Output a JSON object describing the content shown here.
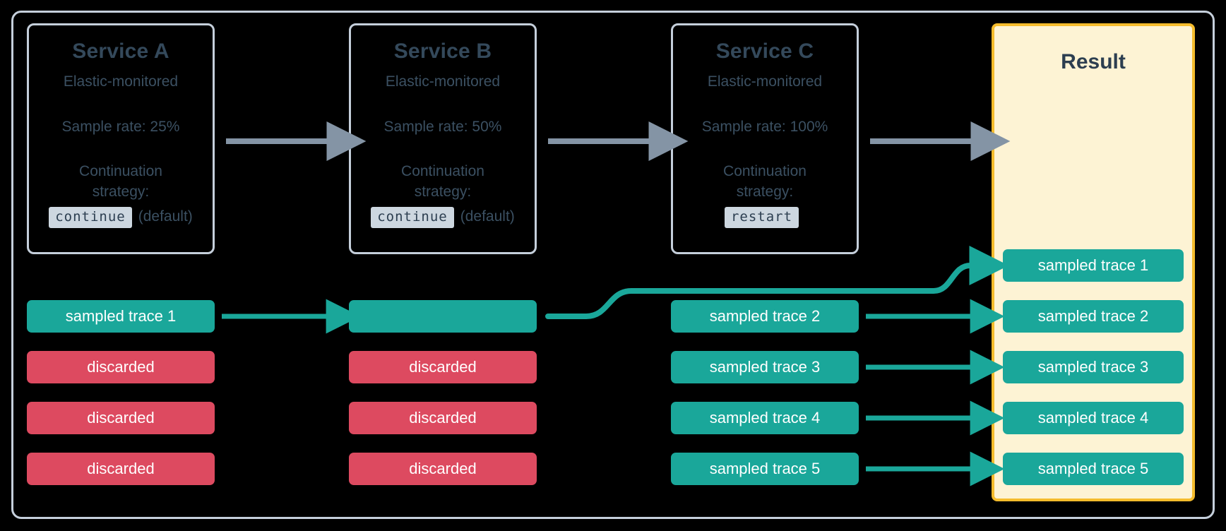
{
  "diagram": {
    "title": "Distributed tracing sampling flow",
    "colors": {
      "background": "#000000",
      "frame_border": "#c5cfdb",
      "service_border": "#c5cfdb",
      "service_text": "#3b5062",
      "service_title": "#34495b",
      "code_chip_bg": "#cdd7e0",
      "code_chip_text": "#2c3e50",
      "result_border": "#f5bc2c",
      "result_fill": "#fdf3d4",
      "sampled": "#1aa79a",
      "discarded": "#dd4a60",
      "grey_arrow": "#8494a5"
    }
  },
  "services": [
    {
      "id": "service-a",
      "title": "Service A",
      "subtitle": "Elastic-monitored",
      "sample_rate": "Sample rate: 25%",
      "strategy_label_line1": "Continuation",
      "strategy_label_line2": "strategy:",
      "strategy_value": "continue",
      "strategy_note": "(default)"
    },
    {
      "id": "service-b",
      "title": "Service B",
      "subtitle": "Elastic-monitored",
      "sample_rate": "Sample rate: 50%",
      "strategy_label_line1": "Continuation",
      "strategy_label_line2": "strategy:",
      "strategy_value": "continue",
      "strategy_note": "(default)"
    },
    {
      "id": "service-c",
      "title": "Service C",
      "subtitle": "Elastic-monitored",
      "sample_rate": "Sample rate: 100%",
      "strategy_label_line1": "Continuation",
      "strategy_label_line2": "strategy:",
      "strategy_value": "restart",
      "strategy_note": ""
    }
  ],
  "result": {
    "title": "Result"
  },
  "columns": {
    "service_a_traces": [
      {
        "label": "sampled trace 1",
        "state": "sampled"
      },
      {
        "label": "discarded",
        "state": "discarded"
      },
      {
        "label": "discarded",
        "state": "discarded"
      },
      {
        "label": "discarded",
        "state": "discarded"
      }
    ],
    "service_b_traces": [
      {
        "label": "",
        "state": "sampled"
      },
      {
        "label": "discarded",
        "state": "discarded"
      },
      {
        "label": "discarded",
        "state": "discarded"
      },
      {
        "label": "discarded",
        "state": "discarded"
      }
    ],
    "service_c_traces": [
      {
        "label": "sampled trace 2",
        "state": "sampled"
      },
      {
        "label": "sampled trace 3",
        "state": "sampled"
      },
      {
        "label": "sampled trace 4",
        "state": "sampled"
      },
      {
        "label": "sampled trace 5",
        "state": "sampled"
      }
    ],
    "result_traces": [
      {
        "label": "sampled trace 1",
        "state": "sampled"
      },
      {
        "label": "sampled trace 2",
        "state": "sampled"
      },
      {
        "label": "sampled trace 3",
        "state": "sampled"
      },
      {
        "label": "sampled trace 4",
        "state": "sampled"
      },
      {
        "label": "sampled trace 5",
        "state": "sampled"
      }
    ]
  }
}
